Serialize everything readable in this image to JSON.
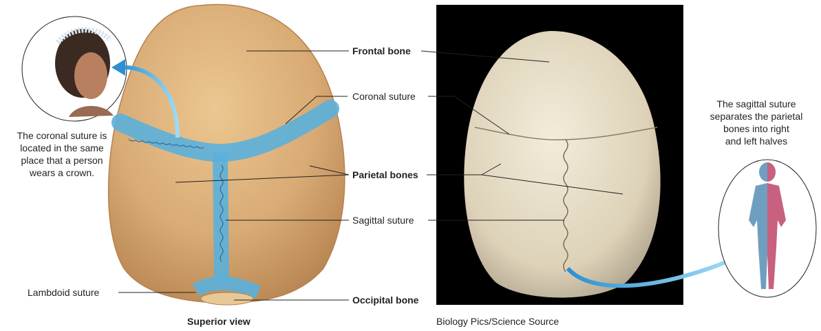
{
  "labels": {
    "frontal_bone": "Frontal bone",
    "coronal_suture": "Coronal suture",
    "parietal_bones": "Parietal bones",
    "sagittal_suture": "Sagittal suture",
    "lambdoid_suture": "Lambdoid suture",
    "occipital_bone": "Occipital bone"
  },
  "captions": {
    "superior_view": "Superior view",
    "photo_credit": "Biology Pics/Science Source"
  },
  "callouts": {
    "coronal_note": [
      "The coronal suture is",
      "located in the same",
      "place that a person",
      "wears a crown."
    ],
    "sagittal_note": [
      "The sagittal suture",
      "separates the parietal",
      "bones into right",
      "and left halves"
    ]
  },
  "colors": {
    "bone": "#d7ab77",
    "suture_blue": "#5bb0dc",
    "photo_bg": "#000000",
    "skull_photo": "#e6dcc4",
    "arrow_blue": "#6cc7ee",
    "body_left": "#6f9fc0",
    "body_right": "#c8607f"
  }
}
